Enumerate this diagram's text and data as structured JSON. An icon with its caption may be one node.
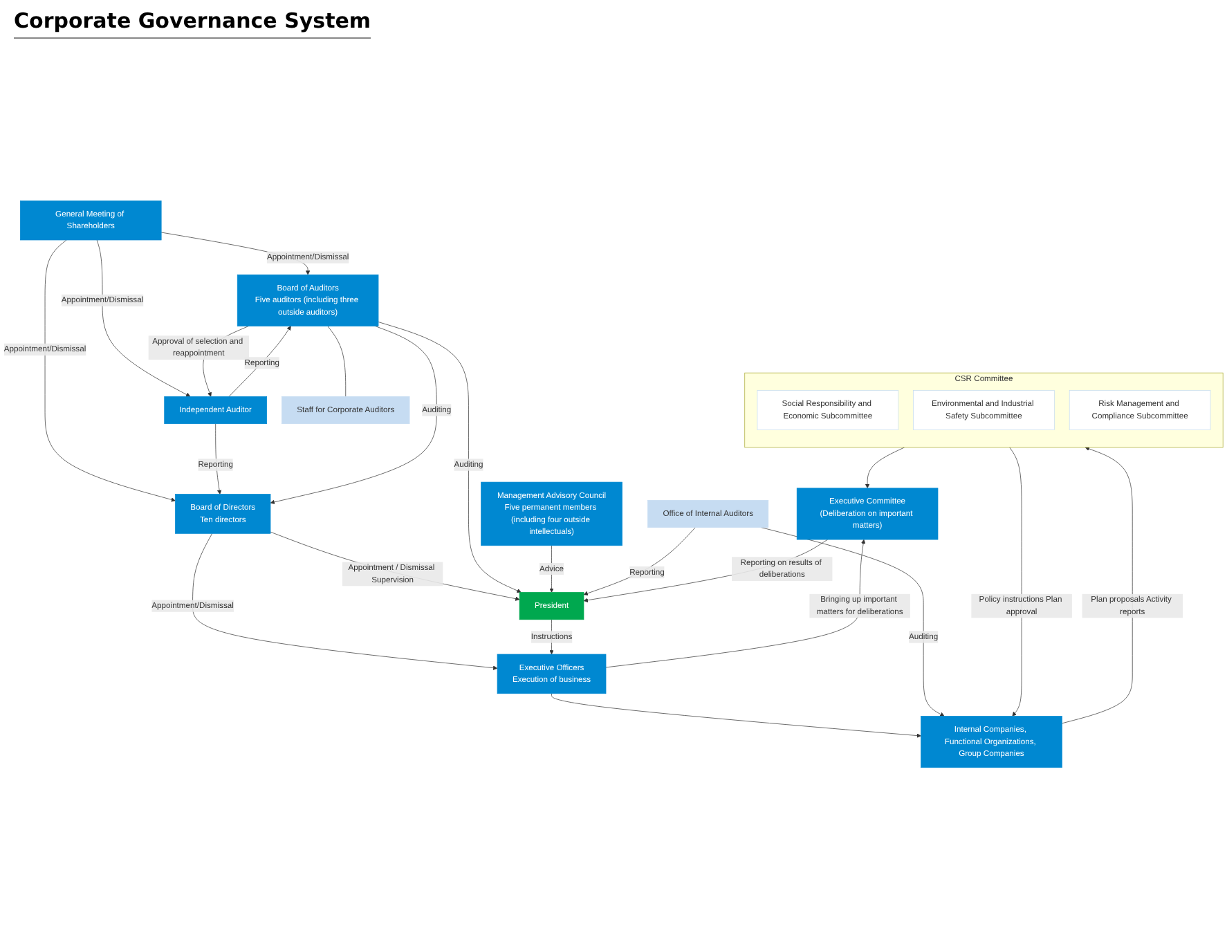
{
  "diagram": {
    "title": "Corporate Governance System",
    "nodes": [
      {
        "text": [
          "General Meeting of Shareholders"
        ]
      },
      {
        "text": [
          "Board of Directors",
          "Ten directors"
        ]
      },
      {
        "text": [
          "Independent Auditor"
        ]
      },
      {
        "text": [
          "Board of Auditors",
          "Five auditors (including three outside auditors)"
        ]
      },
      {
        "text": [
          "Staff for Corporate Auditors"
        ]
      },
      {
        "text": [
          "Management Advisory Council",
          "Five permanent members (including four outside intellectuals)"
        ]
      },
      {
        "text": [
          "President"
        ]
      },
      {
        "text": [
          "Office of Internal Auditors"
        ]
      },
      {
        "text": [
          "Executive Committee",
          "(Deliberation on important matters)"
        ]
      },
      {
        "text": [
          "CSR Committee"
        ]
      },
      {
        "text": [
          "Social Responsibility and Economic Subcommittee"
        ],
        "in": 9
      },
      {
        "text": [
          "Environmental and Industrial Safety Subcommittee"
        ],
        "in": 9
      },
      {
        "text": [
          "Risk Management and Compliance Subcommittee"
        ],
        "in": 9
      },
      {
        "text": [
          "Executive Officers",
          "Execution of business"
        ]
      },
      {
        "text": [
          "Internal Companies, Functional Organizations, Group Companies"
        ]
      }
    ],
    "edges": [
      {
        "from": 0,
        "to": 1,
        "arrow": "to",
        "label": "Appointment/Dismissal"
      },
      {
        "from": 0,
        "to": 3,
        "arrow": "to",
        "label": "Appointment/Dismissal"
      },
      {
        "from": 0,
        "to": 2,
        "arrow": "to",
        "label": "Appointment/Dismissal"
      },
      {
        "from": 2,
        "to": 1,
        "arrow": "to",
        "label": "Reporting"
      },
      {
        "from": 3,
        "to": 1,
        "arrow": "to",
        "label": "Auditing"
      },
      {
        "from": 2,
        "to": 3,
        "arrow": "to",
        "label": "Reporting"
      },
      {
        "from": 3,
        "to": 2,
        "arrow": "to",
        "label": "Approval of selection and reappointment"
      },
      {
        "from": 3,
        "to": 4,
        "arrow": "none"
      },
      {
        "from": 1,
        "to": 6,
        "arrow": "to",
        "label": "Appointment / Dismissal Supervision"
      },
      {
        "from": 1,
        "to": 13,
        "arrow": "to",
        "label": "Appointment/Dismissal"
      },
      {
        "from": 3,
        "to": 6,
        "arrow": "to",
        "label": "Auditing"
      },
      {
        "from": 5,
        "to": 6,
        "arrow": "to",
        "label": "Advice"
      },
      {
        "from": 7,
        "to": 6,
        "arrow": "to",
        "label": "Reporting"
      },
      {
        "from": 6,
        "to": 13,
        "arrow": "to",
        "label": "Instructions"
      },
      {
        "from": 8,
        "to": 6,
        "arrow": "to",
        "label": "Reporting on results of deliberations"
      },
      {
        "from": 9,
        "to": 8,
        "arrow": "to"
      },
      {
        "from": 13,
        "to": 8,
        "arrow": "to",
        "label": "Bringing up important matters for deliberations"
      },
      {
        "from": 13,
        "to": 14,
        "arrow": "to"
      },
      {
        "from": 7,
        "to": 14,
        "arrow": "to",
        "label": "Auditing"
      },
      {
        "from": 14,
        "to": 9,
        "arrow": "to",
        "label": "Plan proposals Activity reports"
      },
      {
        "from": 9,
        "to": 14,
        "arrow": "to",
        "label": "Policy instructions Plan approval"
      }
    ]
  }
}
